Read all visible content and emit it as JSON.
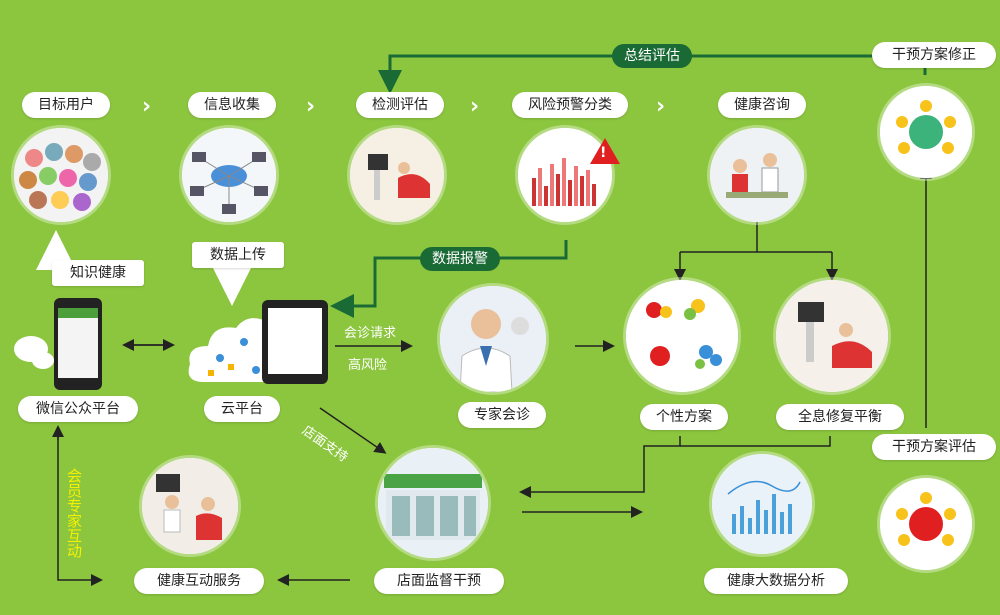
{
  "top_nodes": [
    "目标用户",
    "信息收集",
    "检测评估",
    "风险预警分类",
    "健康咨询"
  ],
  "feedback": {
    "summary": "总结评估",
    "data_report": "数据报警"
  },
  "side_nodes": {
    "plan_revise": "干预方案修正",
    "plan_eval": "干预方案评估"
  },
  "left_labels": {
    "knowledge": "知识健康",
    "data_upload": "数据上传",
    "member_expert": "会员专家互动"
  },
  "mid_nodes": {
    "wechat": "微信公众平台",
    "cloud": "云平台",
    "expert": "专家会诊",
    "personal": "个性方案",
    "holo": "全息修复平衡"
  },
  "mid_texts": {
    "consult_request": "会诊请求",
    "high_risk": "高风险",
    "store_support": "店面支持"
  },
  "bottom_nodes": {
    "health_service": "健康互动服务",
    "store_monitor": "店面监督干预",
    "bigdata": "健康大数据分析"
  },
  "colors": {
    "background": "#8cc63f",
    "dark_green": "#1a6a35",
    "alert": "#e02020"
  }
}
